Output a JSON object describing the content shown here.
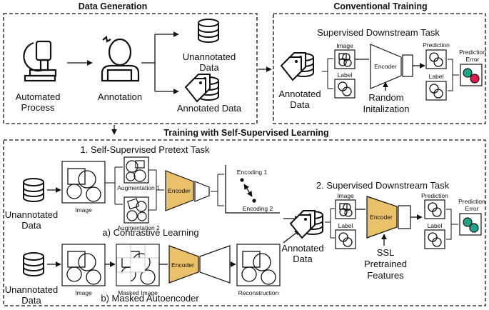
{
  "sections": {
    "data_generation": {
      "title": "Data Generation",
      "automated_process": [
        "Automated",
        "Process"
      ],
      "annotation": "Annotation",
      "unannotated": [
        "Unannotated",
        "Data"
      ],
      "annotated": "Annotated Data"
    },
    "conventional": {
      "title": "Conventional Training",
      "task": "Supervised Downstream Task",
      "annotated_data": [
        "Annotated",
        "Data"
      ],
      "image": "Image",
      "label": "Label",
      "encoder": "Encoder",
      "prediction": "Prediction",
      "label2": "Label",
      "random_init": [
        "Random",
        "Initalization"
      ],
      "prediction_error": [
        "Prediction",
        "Error"
      ]
    },
    "ssl": {
      "title": "Training with Self-Supervised Learning",
      "pretext_title": "1. Self-Supervised Pretext Task",
      "unannotated": [
        "Unannotated",
        "Data"
      ],
      "image": "Image",
      "aug1": "Augmentation 1",
      "aug2": "Augmentation 2",
      "encoder": "Encoder",
      "enc1": "Encoding 1",
      "enc2": "Encoding 2",
      "contrastive": "a) Contrastive Learning",
      "unannotated2": [
        "Unannotated",
        "Data"
      ],
      "image2": "Image",
      "masked_image": "Masked Image",
      "encoder2": "Encoder",
      "reconstruction": "Reconstruction",
      "masked_ae": "b) Masked Autoencoder",
      "downstream_title": "2. Supervised Downstream Task",
      "annotated_data": [
        "Annotated",
        "Data"
      ],
      "ds_image": "Image",
      "ds_label": "Label",
      "ds_encoder": "Encoder",
      "ds_prediction": "Prediction",
      "ds_label2": "Label",
      "ssl_features": [
        "SSL",
        "Pretrained",
        "Features"
      ],
      "prediction_error": [
        "Prediction",
        "Error"
      ]
    }
  },
  "colors": {
    "encoder": "#E9C16A",
    "error_green": "#1FA48A",
    "error_red": "#E5194D"
  }
}
